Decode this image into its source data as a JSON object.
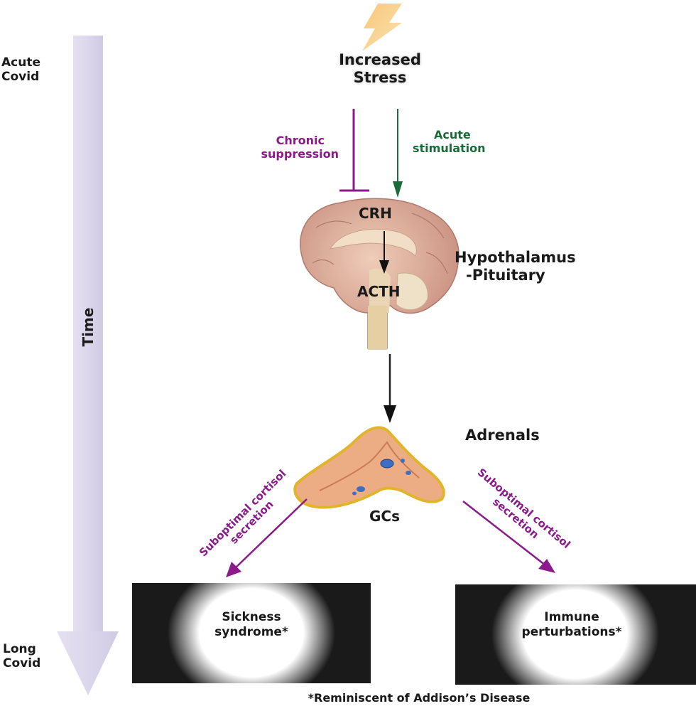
{
  "timeline": {
    "start_label_line1": "Acute",
    "start_label_line2": "Covid",
    "end_label_line1": "Long",
    "end_label_line2": "Covid",
    "axis_label": "Time"
  },
  "stress": {
    "title_line1": "Increased",
    "title_line2": "Stress",
    "icon": "lightning-bolt-icon"
  },
  "pathways": {
    "suppression_line1": "Chronic",
    "suppression_line2": "suppression",
    "stimulation_line1": "Acute",
    "stimulation_line2": "stimulation"
  },
  "brain": {
    "hormone_top": "CRH",
    "hormone_bottom": "ACTH",
    "organ_line1": "Hypothalamus",
    "organ_line2": "-Pituitary"
  },
  "adrenal": {
    "organ": "Adrenals",
    "hormone": "GCs"
  },
  "outputs": {
    "left_arrow_line1": "Suboptimal cortisol",
    "left_arrow_line2": "secretion",
    "right_arrow_line1": "Suboptimal cortisol",
    "right_arrow_line2": "secretion"
  },
  "outcomes": [
    {
      "line1": "Sickness",
      "line2": "syndrome*"
    },
    {
      "line1": "Immune",
      "line2": "perturbations*"
    }
  ],
  "footnote": "*Reminiscent of Addison’s Disease",
  "colors": {
    "suppression": "#8b1a8b",
    "stimulation": "#1a6b3a",
    "timeline": "#dcd8ec"
  }
}
